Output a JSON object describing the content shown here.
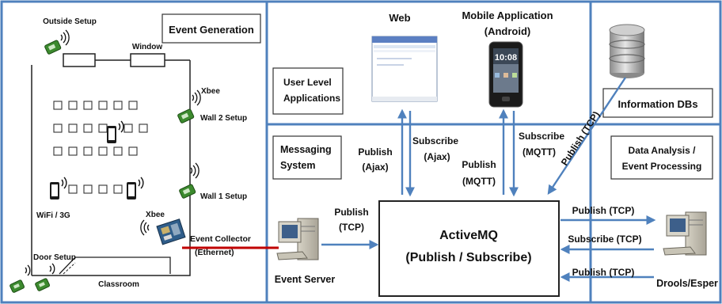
{
  "panels": {
    "event_generation": "Event Generation",
    "user_level": [
      "User Level",
      "Applications"
    ],
    "information_dbs": "Information DBs",
    "messaging_system": [
      "Messaging",
      "System"
    ],
    "data_analysis": [
      "Data Analysis /",
      "Event Processing"
    ]
  },
  "setup_labels": {
    "outside": "Outside Setup",
    "window": "Window",
    "xbee_wall2": "Xbee",
    "wall2": "Wall 2 Setup",
    "wall1": "Wall 1 Setup",
    "wifi": "WiFi / 3G",
    "xbee_collector": "Xbee",
    "collector": "Event Collector",
    "ethernet": "(Ethernet)",
    "door": "Door Setup",
    "classroom": "Classroom"
  },
  "apps": {
    "web": "Web",
    "mobile": [
      "Mobile Application",
      "(Android)"
    ],
    "phone_clock": "10:08"
  },
  "flows": {
    "publish_ajax": [
      "Publish",
      "(Ajax)"
    ],
    "subscribe_ajax": [
      "Subscribe",
      "(Ajax)"
    ],
    "publish_mqtt": [
      "Publish",
      "(MQTT)"
    ],
    "subscribe_mqtt": [
      "Subscribe",
      "(MQTT)"
    ],
    "publish_tcp_db": "Publish (TCP)",
    "publish_tcp_server": [
      "Publish",
      "(TCP)"
    ],
    "right_publish_1": "Publish (TCP)",
    "right_subscribe": "Subscribe (TCP)",
    "right_publish_2": "Publish (TCP)"
  },
  "broker": [
    "ActiveMQ",
    "(Publish / Subscribe)"
  ],
  "nodes": {
    "event_server": "Event Server",
    "drools": "Drools/Esper"
  },
  "colors": {
    "border": "#4f81bd",
    "arrow": "#4f81bd",
    "ethernet_cable": "#c00000",
    "sensor_green": "#3c8a2e"
  }
}
